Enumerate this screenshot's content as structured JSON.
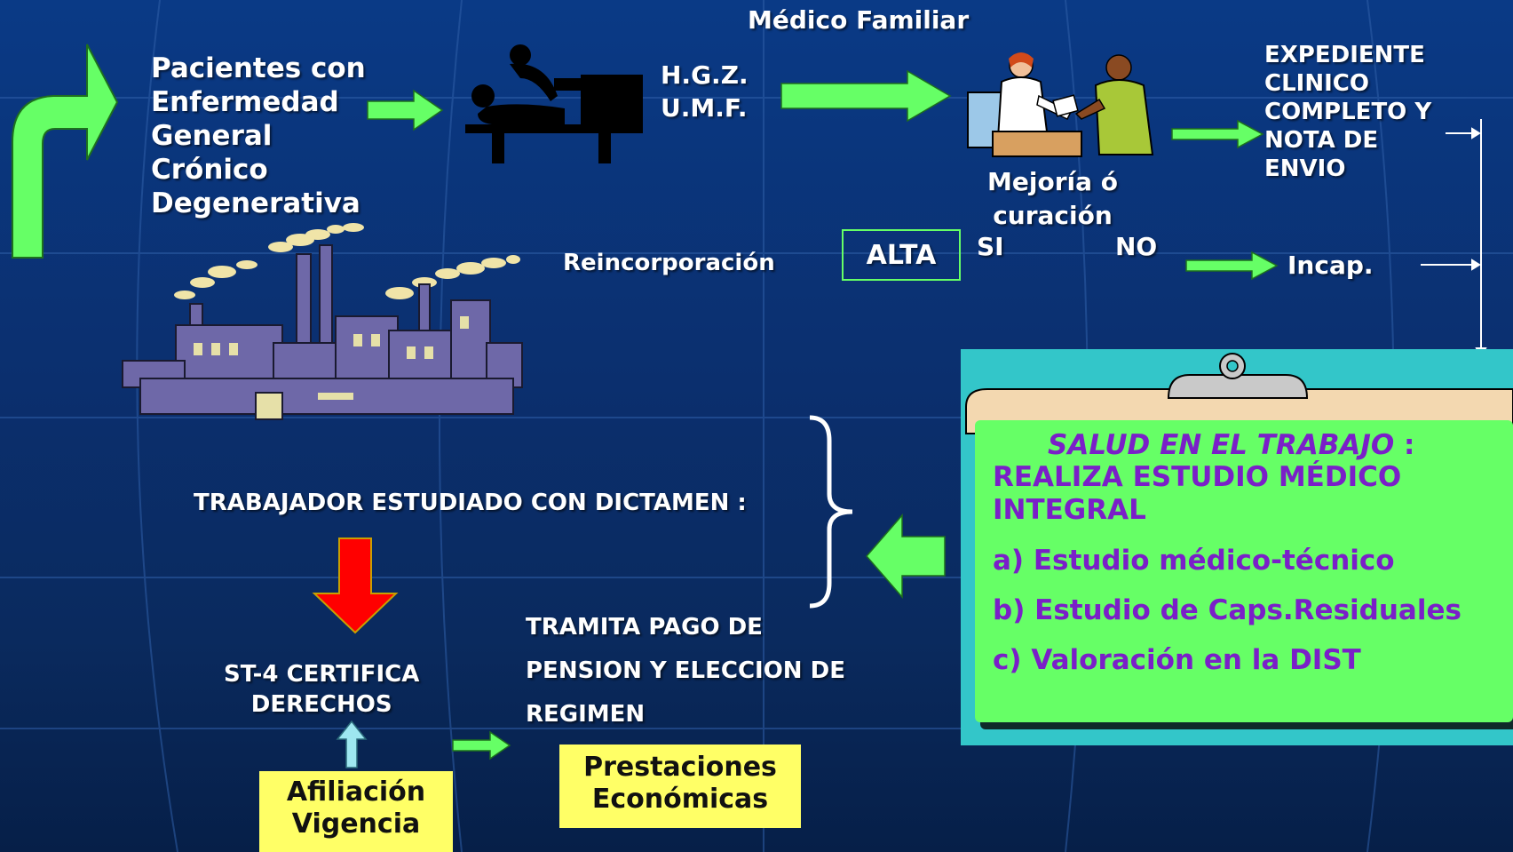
{
  "diagram": {
    "top_title": "Médico Familiar",
    "patients": [
      "Pacientes con",
      "Enfermedad",
      "General",
      "Crónico",
      "Degenerativa"
    ],
    "hospital": [
      "H.G.Z.",
      "U.M.F."
    ],
    "expediente": [
      "EXPEDIENTE",
      "CLINICO",
      "COMPLETO Y",
      "NOTA DE",
      "ENVIO"
    ],
    "mejoria": [
      "Mejoría ó",
      "curación"
    ],
    "si": "SI",
    "no": "NO",
    "alta": "ALTA",
    "reincorporacion": "Reincorporación",
    "incap": "Incap.",
    "trabajador": "TRABAJADOR ESTUDIADO CON DICTAMEN :",
    "st4": [
      "ST-4 CERTIFICA",
      "DERECHOS"
    ],
    "tramita": [
      "TRAMITA PAGO DE",
      "PENSION Y ELECCION DE",
      "REGIMEN"
    ],
    "afiliacion": [
      "Afiliación",
      "Vigencia"
    ],
    "prestaciones": [
      "Prestaciones",
      "Económicas"
    ],
    "salud": {
      "title": "SALUD EN EL TRABAJO",
      "colon": " :",
      "line1": "REALIZA  ESTUDIO MÉDICO",
      "line2": "INTEGRAL",
      "item_a": "a) Estudio médico-técnico",
      "item_b": "b) Estudio de Caps.Residuales",
      "item_c": "c) Valoración en la DIST"
    }
  },
  "colors": {
    "background": "#0b2f6e",
    "arrow_green": "#66ff66",
    "arrow_red": "#ff0000",
    "box_yellow": "#ffff66",
    "panel_cyan": "#33c6c9",
    "text_purple": "#7a1fc8"
  },
  "icons": [
    "curved-arrow-icon",
    "patient-exam-icon",
    "doctor-patient-icon",
    "factory-icon",
    "clipboard-icon",
    "brace-icon"
  ]
}
